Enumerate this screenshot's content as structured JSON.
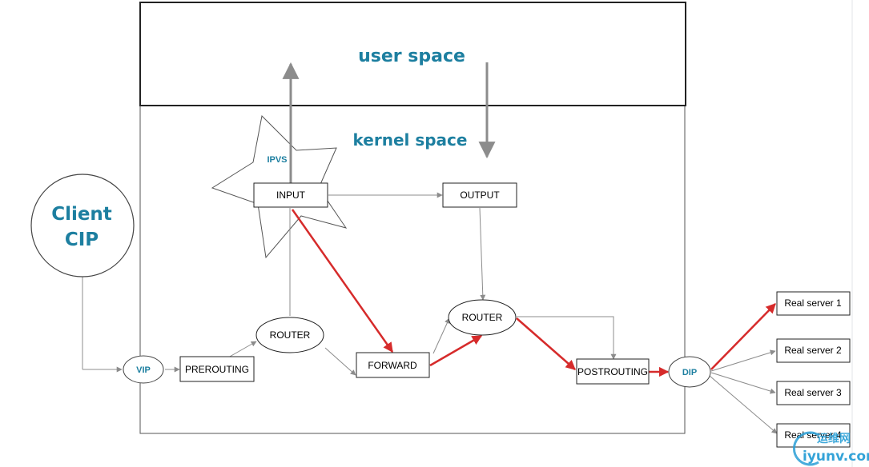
{
  "labels": {
    "user_space": "user space",
    "kernel_space": "kernel space",
    "ipvs": "IPVS",
    "client_line1": "Client",
    "client_line2": "CIP",
    "vip": "VIP",
    "dip": "DIP",
    "input": "INPUT",
    "output": "OUTPUT",
    "prerouting": "PREROUTING",
    "router_left": "ROUTER",
    "router_right": "ROUTER",
    "forward": "FORWARD",
    "postrouting": "POSTROUTING",
    "real_server_1": "Real server 1",
    "real_server_2": "Real server 2",
    "real_server_3": "Real server 3",
    "real_server_4": "Real server 4"
  },
  "watermark": {
    "brand_cn": "运维网",
    "domain": "iyunv.com"
  },
  "colors": {
    "accent_text": "#1d7fa0",
    "highlight_path": "#d62b2b",
    "connector": "#8c8c8c",
    "border": "#222222"
  }
}
